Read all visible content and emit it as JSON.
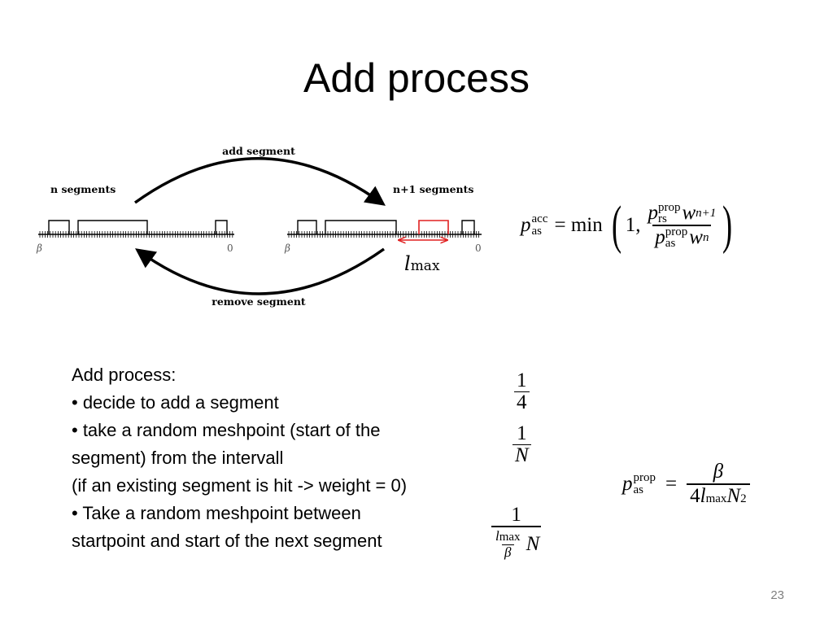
{
  "slide": {
    "title": "Add process",
    "page_number": "23"
  },
  "diagram": {
    "add_label": "add segment",
    "remove_label": "remove segment",
    "left_label": "n segments",
    "right_label": "n+1 segments",
    "axis_start": "β",
    "axis_end": "0",
    "lmax_main": "l",
    "lmax_sub": "max",
    "highlight_color": "#e02020"
  },
  "equations": {
    "acceptance": {
      "lhs_base": "p",
      "lhs_sup": "acc",
      "lhs_sub": "as",
      "eq_min": "= min",
      "one_comma": "1,",
      "num_base": "p",
      "num_sup": "prop",
      "num_sub": "rs",
      "num_w": "w",
      "num_w_sub": "n+1",
      "den_base": "p",
      "den_sup": "prop",
      "den_sub": "as",
      "den_w": "w",
      "den_w_sub": "n"
    },
    "quarter": {
      "num": "1",
      "den": "4"
    },
    "inv_n": {
      "num": "1",
      "den": "N"
    },
    "proposal": {
      "lhs_base": "p",
      "lhs_sup": "prop",
      "lhs_sub": "as",
      "eq": "=",
      "num": "β",
      "den_4": "4",
      "den_l": "l",
      "den_l_sub": "max",
      "den_n": "N",
      "den_exp": "2"
    },
    "third": {
      "num": "1",
      "den_l": "l",
      "den_l_sub": "max",
      "den_beta": "β",
      "den_n": "N"
    }
  },
  "bullets": {
    "heading": "Add process:",
    "b1": "• decide to add a segment",
    "b2_line1": "• take a random meshpoint (start of the",
    "b2_line2": "segment) from the intervall",
    "b2_line3": "(if an existing segment is hit -> weight = 0)",
    "b3_line1": "• Take a random meshpoint between",
    "b3_line2": "startpoint and start of the next segment"
  }
}
